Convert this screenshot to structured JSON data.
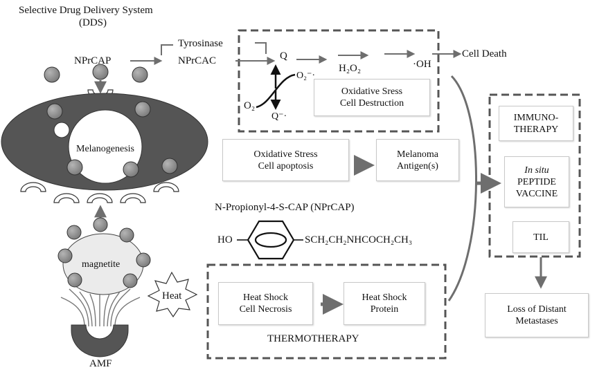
{
  "header": {
    "title_line1": "Selective Drug Delivery System",
    "title_line2": "(DDS)"
  },
  "compounds": {
    "nprcap": "NPrCAP",
    "tyrosinase": "Tyrosinase",
    "nprcac": "NPrCAC",
    "q": "Q",
    "h2o2": "H₂O₂",
    "oh": "·OH",
    "o2_radical": "O₂⁻·",
    "o2": "O₂",
    "q_minus": "Q⁻·",
    "cell_death": "Cell Death"
  },
  "cell": {
    "melanogenesis": "Melanogenesis",
    "magnetite": "magnetite",
    "heat": "Heat",
    "amf": "AMF"
  },
  "boxes": {
    "oxidative_destruction": "Oxidative Sress\nCell Destruction",
    "oxidative_apoptosis": "Oxidative Stress\nCell apoptosis",
    "melanoma_antigen": "Melanoma\nAntigen(s)",
    "heat_shock_necrosis": "Heat Shock\nCell Necrosis",
    "heat_shock_protein": "Heat Shock\nProtein",
    "immunotherapy": "IMMUNO-\nTHERAPY",
    "in_situ_italic": "In situ",
    "peptide_vaccine": "PEPTIDE\nVACCINE",
    "til": "TIL",
    "loss_metastases": "Loss of Distant\nMetastases"
  },
  "structure": {
    "name": "N-Propionyl-4-S-CAP (NPrCAP)",
    "ho": "HO",
    "side_chain": "SCH₂CH₂NHCOCH₂CH₃"
  },
  "labels": {
    "thermotherapy": "THERMOTHERAPY"
  },
  "colors": {
    "ellipse_fill": "#555555",
    "sphere_fill": "#8c8c8c",
    "arrow_gray": "#6e6e6e",
    "dashed_border": "#555555"
  }
}
